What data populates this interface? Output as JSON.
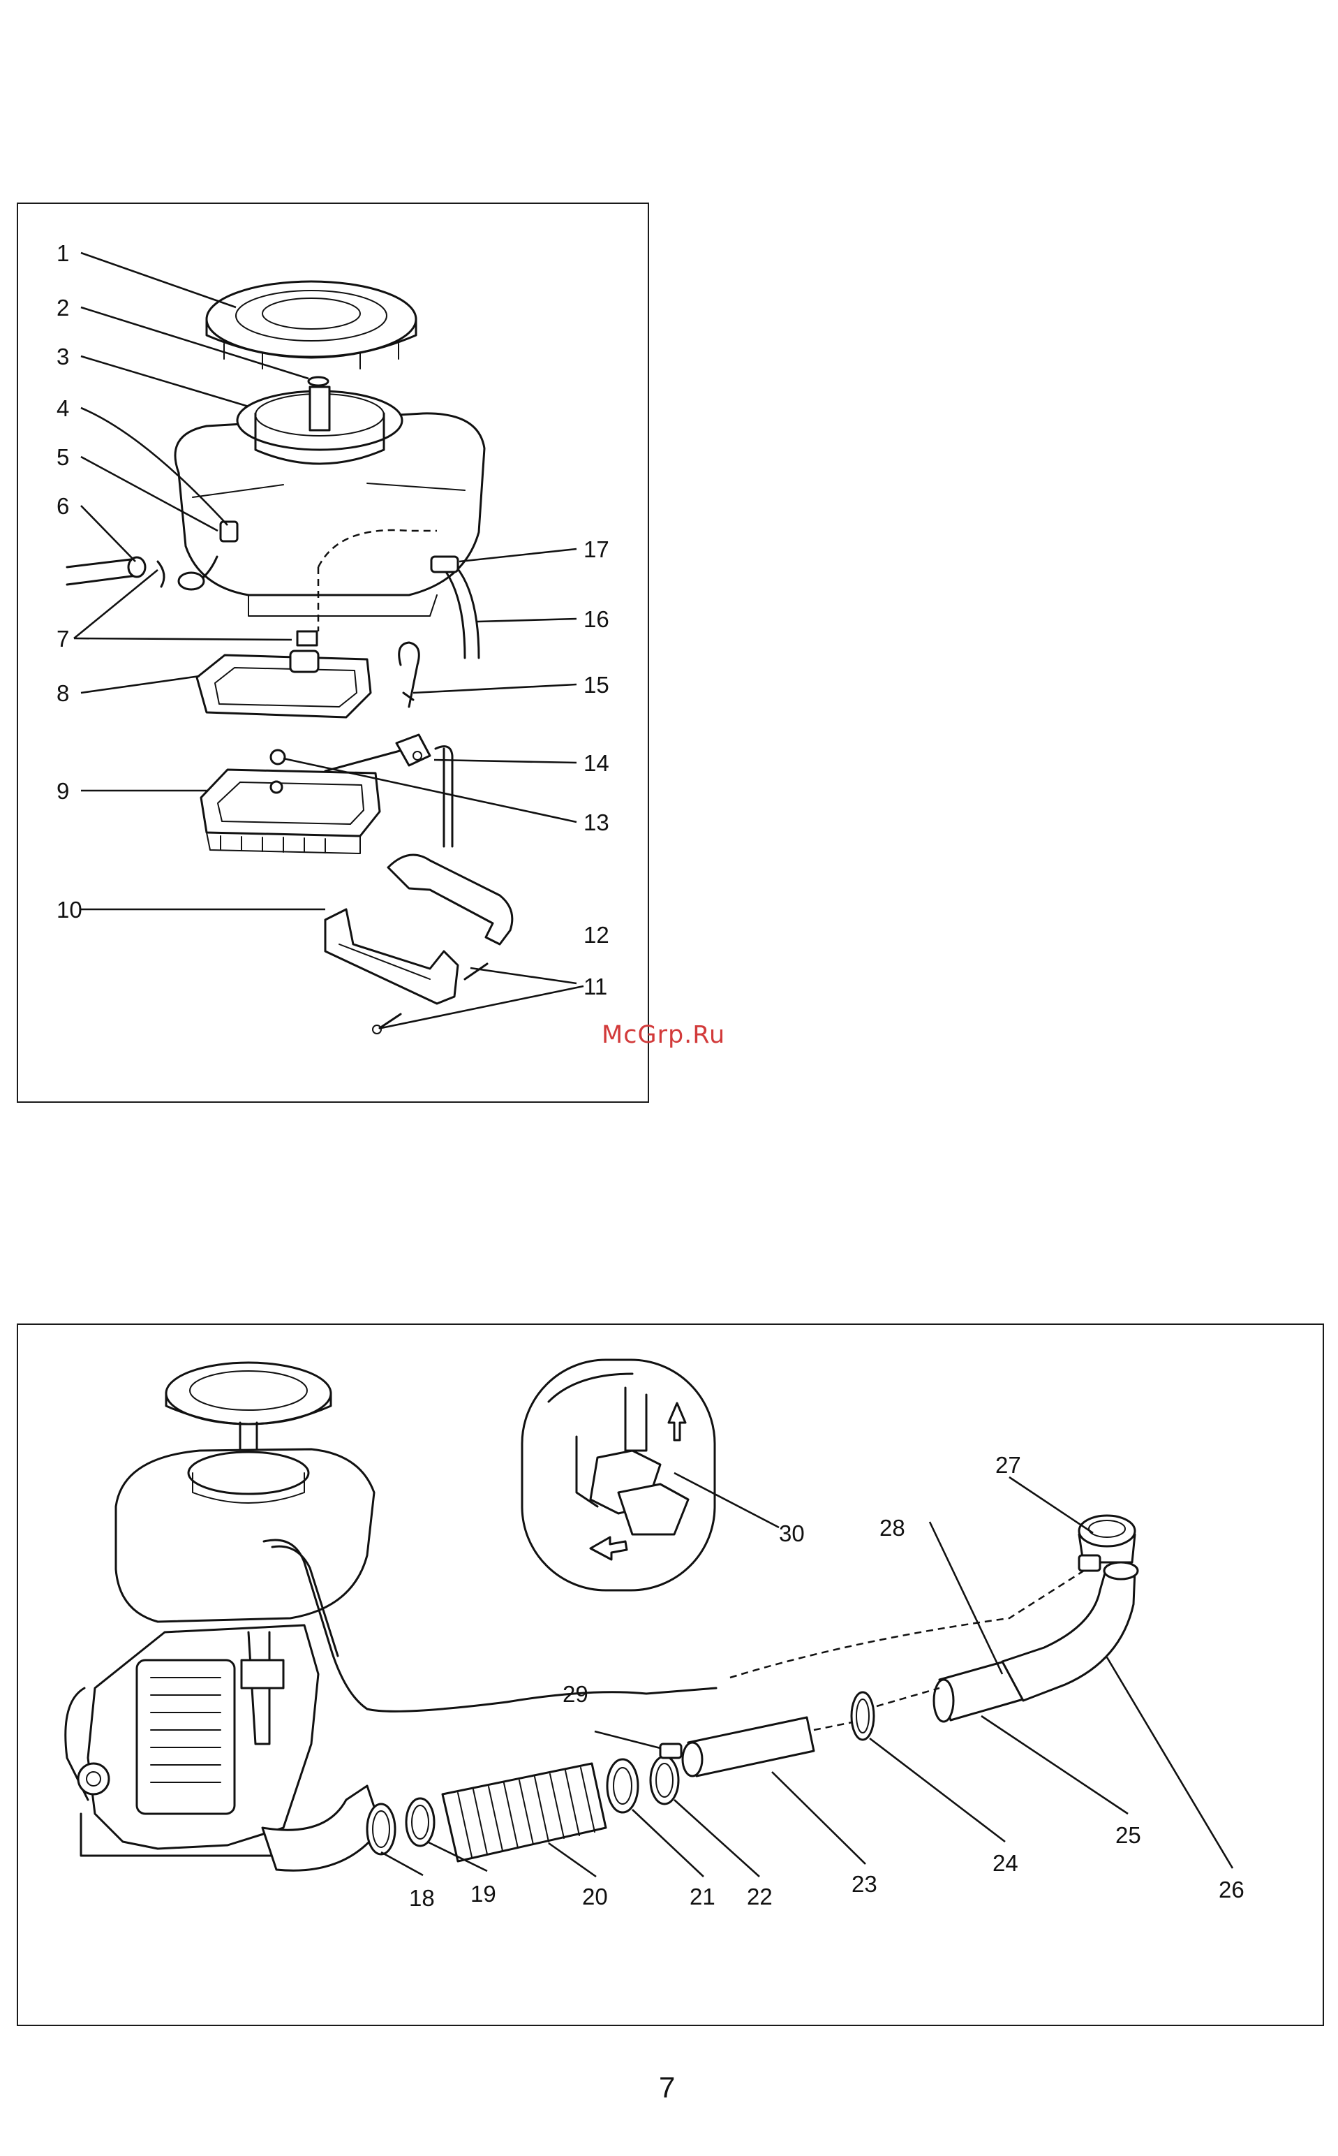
{
  "watermark": "McGrp.Ru",
  "page_number": "7",
  "top_diagram": {
    "callouts": [
      "1",
      "2",
      "3",
      "4",
      "5",
      "6",
      "7",
      "8",
      "9",
      "10",
      "11",
      "12",
      "13",
      "14",
      "15",
      "16",
      "17"
    ]
  },
  "bottom_diagram": {
    "callouts": [
      "18",
      "19",
      "20",
      "21",
      "22",
      "23",
      "24",
      "25",
      "26",
      "27",
      "28",
      "29",
      "30"
    ]
  }
}
